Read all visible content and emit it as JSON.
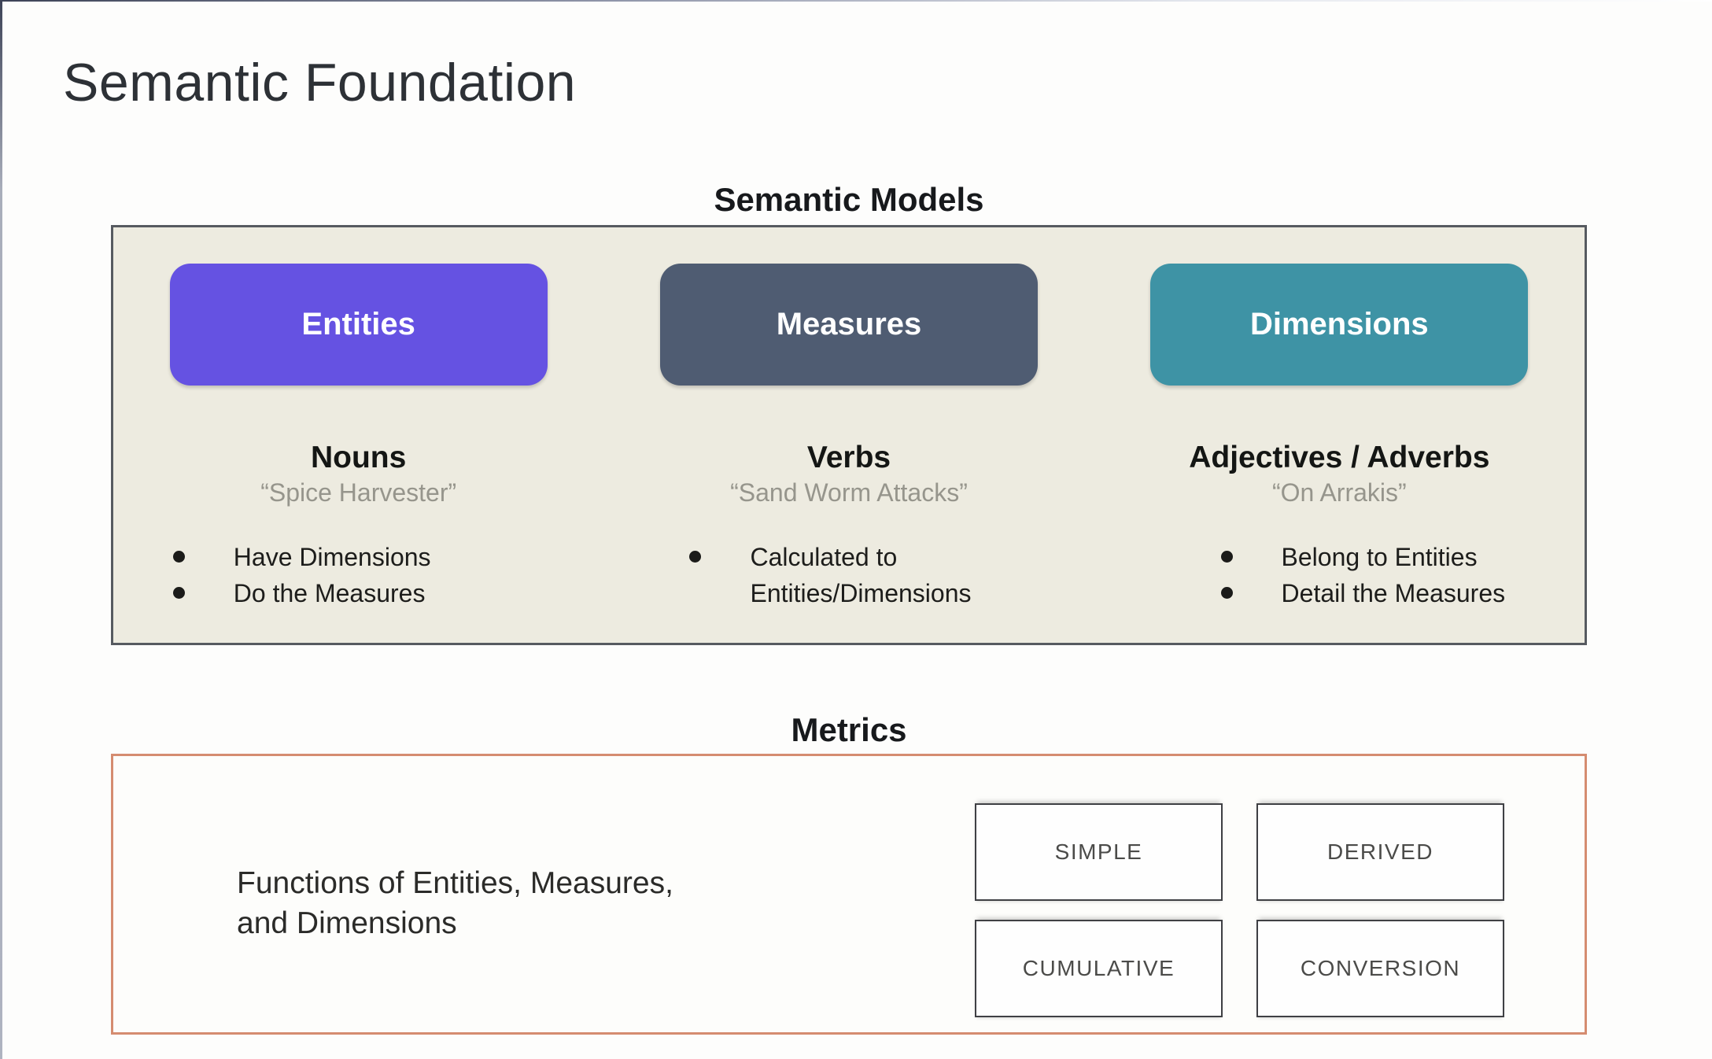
{
  "slide": {
    "title": "Semantic Foundation"
  },
  "semantic_models": {
    "heading": "Semantic Models",
    "columns": [
      {
        "name": "Entities",
        "color": "#6552e2",
        "part_of_speech": "Nouns",
        "example": "“Spice Harvester”",
        "bullets": [
          "Have Dimensions",
          "Do the Measures"
        ]
      },
      {
        "name": "Measures",
        "color": "#4f5c72",
        "part_of_speech": "Verbs",
        "example": "“Sand Worm Attacks”",
        "bullets": [
          "Calculated to Entities/Dimensions"
        ]
      },
      {
        "name": "Dimensions",
        "color": "#3e93a5",
        "part_of_speech": "Adjectives / Adverbs",
        "example": "“On Arrakis”",
        "bullets": [
          "Belong to Entities",
          "Detail the Measures"
        ]
      }
    ]
  },
  "metrics": {
    "heading": "Metrics",
    "description_line1": "Functions of Entities, Measures,",
    "description_line2": "and Dimensions",
    "types": [
      "SIMPLE",
      "DERIVED",
      "CUMULATIVE",
      "CONVERSION"
    ]
  },
  "colors": {
    "models_panel_bg": "#edebe0",
    "models_panel_border": "#565a60",
    "metrics_panel_border": "#d58c70",
    "accent_purple": "#6552e2",
    "accent_slate": "#4f5c72",
    "accent_teal": "#3e93a5"
  }
}
